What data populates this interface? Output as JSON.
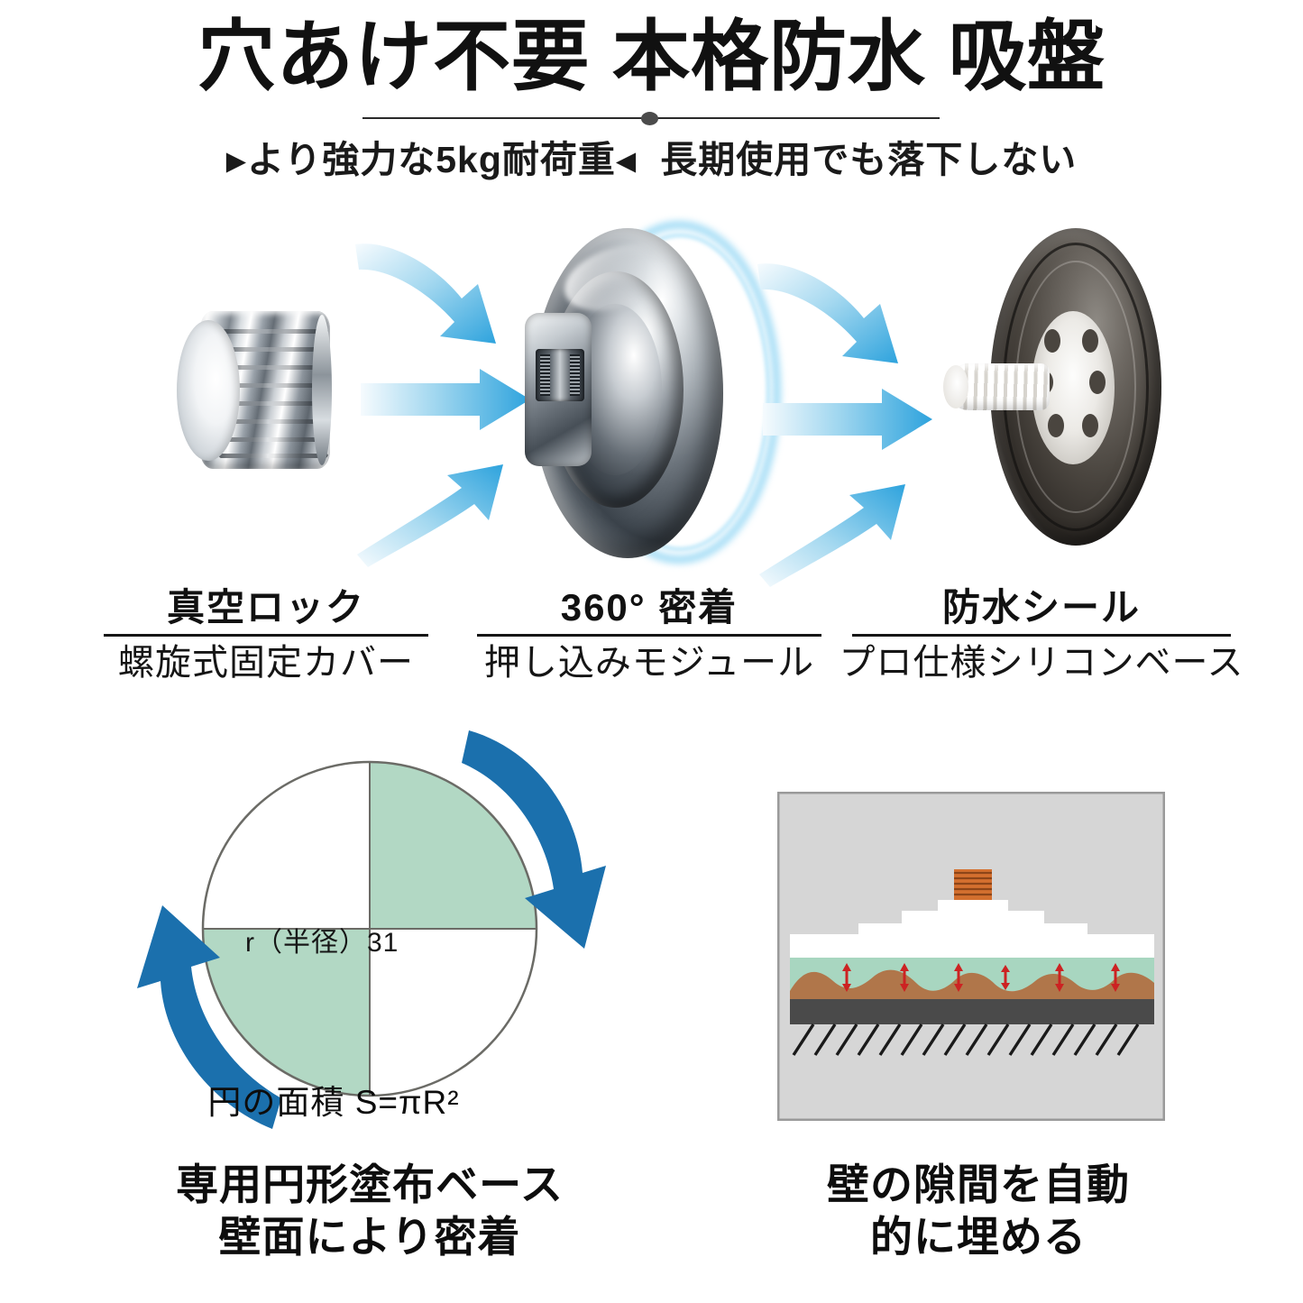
{
  "header": {
    "title": "穴あけ不要 本格防水 吸盤",
    "subtitle_left_mark": "▶",
    "subtitle_strong": "より強力な5kg耐荷重",
    "subtitle_right_mark": "◀",
    "subtitle_tail": "長期使用でも落下しない",
    "divider_icon": "diamond-dot"
  },
  "features": [
    {
      "title": "真空ロック",
      "subtitle": "螺旋式固定カバー",
      "image_name": "chrome-knurled-cap"
    },
    {
      "title": "360° 密着",
      "subtitle": "押し込みモジュール",
      "image_name": "chrome-suction-module"
    },
    {
      "title": "防水シール",
      "subtitle": "プロ仕様シリコンベース",
      "image_name": "silicone-suction-base"
    }
  ],
  "circle_diagram": {
    "radius_label": "r（半径）31",
    "formula_label": "円の面積 S=πR²",
    "fill_color": "#b2d8c4",
    "outline_color": "#6b6b66",
    "arrow_color": "#1b70ad",
    "filled_quadrants": [
      "top-right",
      "bottom-left"
    ]
  },
  "cross_section": {
    "panel_bg": "#d6d6d6",
    "panel_border": "#9a9a9a",
    "screw_color": "#d4702f",
    "product_color": "#ffffff",
    "silicone_color": "#a8d6c0",
    "wall_texture_color": "#b0764a",
    "wall_base_color": "#4a4a4a",
    "pressure_arrow_color": "#cc2222",
    "arrow_count": 6,
    "icon_name": "wall-gap-fill-cross-section"
  },
  "bottom_captions": {
    "left": [
      "専用円形塗布ベース",
      "壁面により密着"
    ],
    "right": [
      "壁の隙間を自動",
      "的に埋める"
    ]
  },
  "arrows": {
    "color_start": "#f4fafd",
    "color_end": "#2ea3dd",
    "group_label": "convergence-arrows"
  }
}
